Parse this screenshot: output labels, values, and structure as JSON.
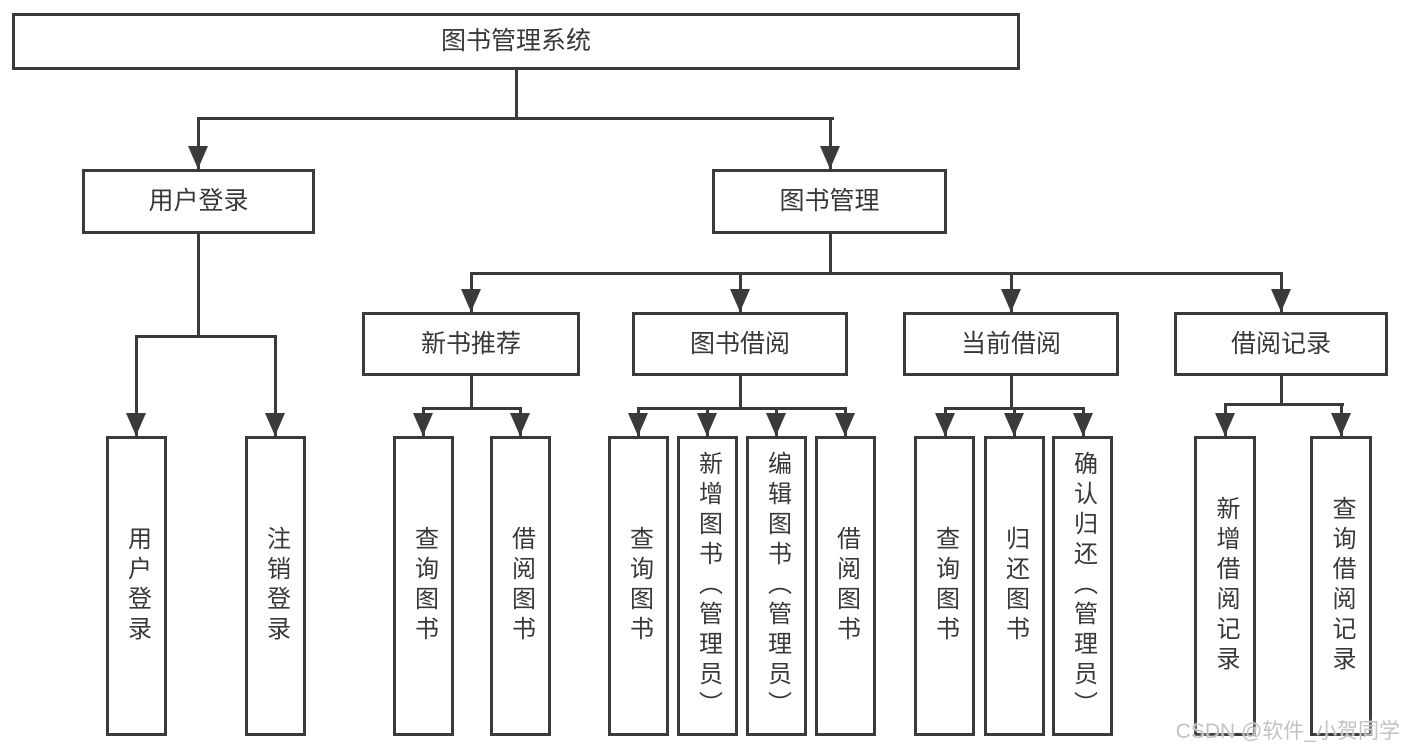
{
  "colors": {
    "line": "#3a3a3a",
    "text": "#383838",
    "watermark": "#c3c3c3",
    "bg": "#ffffff"
  },
  "watermark": {
    "text": "CSDN @软件_小贺同学"
  },
  "diagram": {
    "type": "org-tree",
    "root": {
      "label": "图书管理系统"
    },
    "level2": [
      {
        "label": "用户登录"
      },
      {
        "label": "图书管理"
      }
    ],
    "level3": [
      {
        "label": "新书推荐",
        "parent": "图书管理"
      },
      {
        "label": "图书借阅",
        "parent": "图书管理"
      },
      {
        "label": "当前借阅",
        "parent": "图书管理"
      },
      {
        "label": "借阅记录",
        "parent": "图书管理"
      }
    ],
    "leaves": [
      {
        "label": "用户登录",
        "parent": "用户登录"
      },
      {
        "label": "注销登录",
        "parent": "用户登录"
      },
      {
        "label": "查询图书",
        "parent": "新书推荐"
      },
      {
        "label": "借阅图书",
        "parent": "新书推荐"
      },
      {
        "label": "查询图书",
        "parent": "图书借阅"
      },
      {
        "label": "新增图书（管理员）",
        "parent": "图书借阅"
      },
      {
        "label": "编辑图书（管理员）",
        "parent": "图书借阅"
      },
      {
        "label": "借阅图书",
        "parent": "图书借阅"
      },
      {
        "label": "查询图书",
        "parent": "当前借阅"
      },
      {
        "label": "归还图书",
        "parent": "当前借阅"
      },
      {
        "label": "确认归还（管理员）",
        "parent": "当前借阅"
      },
      {
        "label": "新增借阅记录",
        "parent": "借阅记录"
      },
      {
        "label": "查询借阅记录",
        "parent": "借阅记录"
      }
    ]
  }
}
